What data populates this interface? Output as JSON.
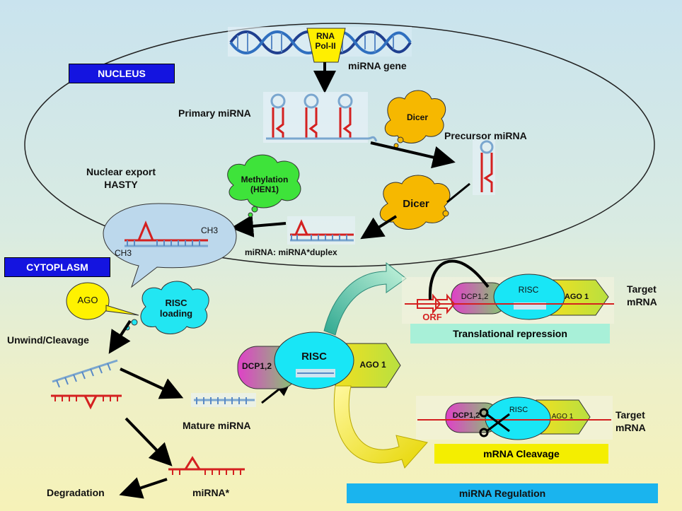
{
  "nucleus_label": "NUCLEUS",
  "cytoplasm_label": "CYTOPLASM",
  "rna_pol": {
    "line1": "RNA",
    "line2": "Pol-II"
  },
  "mirna_gene": "miRNA gene",
  "primary_mirna": "Primary miRNA",
  "precursor_mirna": "Precursor miRNA",
  "dicer_small": "Dicer",
  "dicer_big": "Dicer",
  "methylation": {
    "line1": "Methylation",
    "line2": "(HEN1)"
  },
  "nuclear_export": {
    "line1": "Nuclear export",
    "line2": "HASTY"
  },
  "ch3_a": "CH3",
  "ch3_b": "CH3",
  "duplex": "miRNA: miRNA*duplex",
  "ago": "AGO",
  "risc_loading": {
    "line1": "RISC",
    "line2": "loading"
  },
  "unwind": "Unwind/Cleavage",
  "mature_mirna": "Mature miRNA",
  "mirna_star": "miRNA*",
  "degradation": "Degradation",
  "complex_center": {
    "dcp": "DCP1,2",
    "risc": "RISC",
    "ago": "AGO 1"
  },
  "complex_top": {
    "dcp": "DCP1,2",
    "risc": "RISC",
    "ago": "AGO 1"
  },
  "complex_bottom": {
    "dcp": "DCP1,2",
    "risc": "RISC",
    "ago": "AGO 1"
  },
  "orf": "ORF",
  "target_top": {
    "line1": "Target",
    "line2": "mRNA"
  },
  "target_bottom": {
    "line1": "Target",
    "line2": "mRNA"
  },
  "translational_repression": "Translational repression",
  "mrna_cleavage": "mRNA Cleavage",
  "mirna_regulation": "miRNA Regulation"
}
